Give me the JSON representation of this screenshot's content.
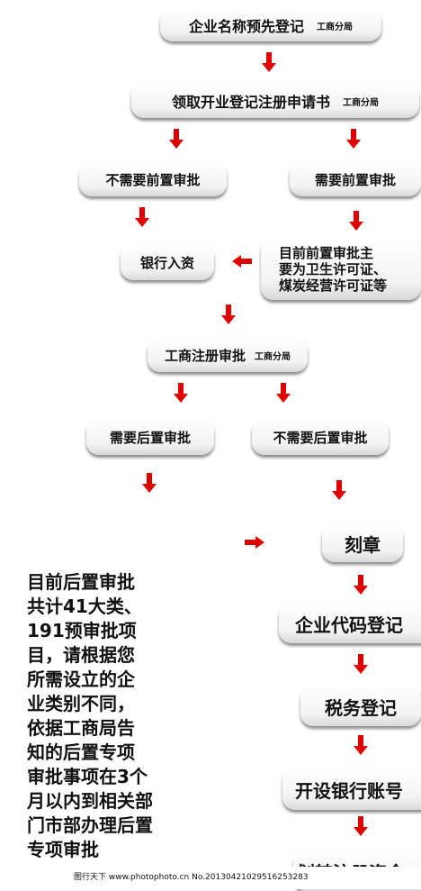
{
  "accent_color": "#e00000",
  "steps": {
    "name_reg": {
      "label": "企业名称预先登记",
      "tag": "工商分局"
    },
    "apply_form": {
      "label": "领取开业登记注册申请书",
      "tag": "工商分局"
    },
    "no_pre_approval": "不需要前置审批",
    "need_pre_approval": "需要前置审批",
    "bank_capital": "银行入资",
    "pre_approval_note": [
      "目前前置审批主",
      "要为卫生许可证、",
      "煤炭经营许可证等"
    ],
    "biz_reg_approval": {
      "label": "工商注册审批",
      "tag": "工商分局"
    },
    "need_post_approval": "需要后置审批",
    "no_post_approval": "不需要后置审批",
    "seal": "刻章",
    "org_code": "企业代码登记",
    "tax_reg": "税务登记",
    "bank_account": "开设银行账号",
    "transfer_capital": "划转注册资金"
  },
  "post_approval_note": "目前后置审批\n共计41大类、\n191预审批项\n目，请根据您\n所需设立的企\n业类别不同，\n依据工商局告\n知的后置专项\n审批事项在3个\n月以内到相关部\n门市部办理后置\n专项审批",
  "watermark": "图行天下 www.photophoto.cn  No.20130421029516253283"
}
